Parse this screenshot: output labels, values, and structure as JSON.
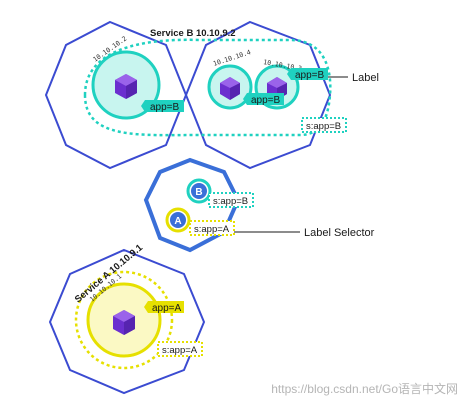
{
  "service_b": {
    "title": "Service B 10.10.9.2",
    "pods": [
      {
        "ip": "10.10.10.2",
        "label": "app=B"
      },
      {
        "ip": "10.10.10.4",
        "label": "app=B"
      },
      {
        "ip": "10.10.10.3",
        "label": "app=B"
      }
    ],
    "selector": "s:app=B"
  },
  "service_a": {
    "title": "Service A 10.10.9.1",
    "pod": {
      "ip": "10.10.10.1",
      "label": "app=A"
    },
    "selector": "s:app=A"
  },
  "selector_hub": {
    "icon_b": "B",
    "icon_a": "A",
    "selector_b": "s:app=B",
    "selector_a": "s:app=A"
  },
  "callouts": {
    "label": "Label",
    "label_selector": "Label Selector"
  },
  "watermark": "https://blog.csdn.net/Go语言中文网",
  "colors": {
    "teal": "#1fd1c0",
    "teal_fill": "#c8f5ef",
    "yellow": "#e6e000",
    "yellow_fill": "#fbf9c4",
    "blue": "#3a6fd8",
    "purple": "#7a3fd6",
    "outline": "#3b4bd1"
  }
}
